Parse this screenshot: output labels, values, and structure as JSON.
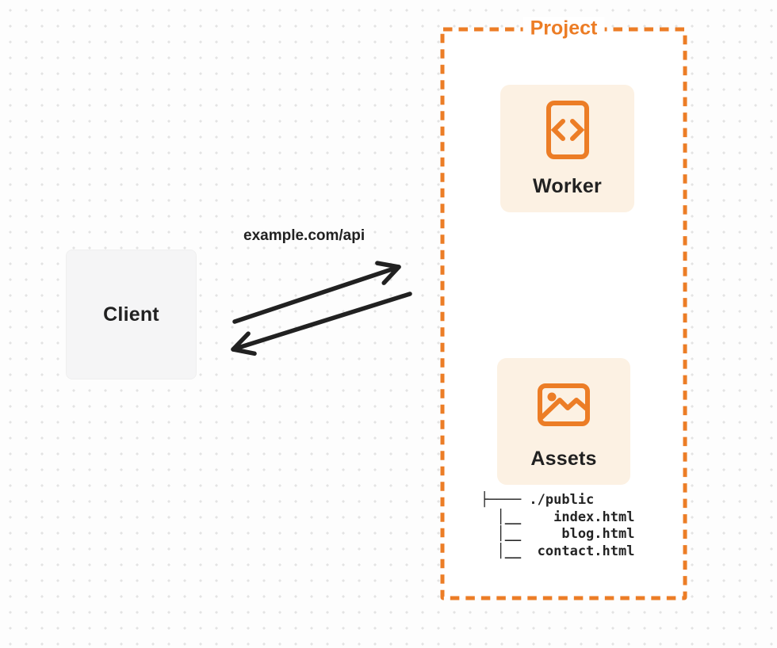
{
  "colors": {
    "accent": "#EC7D26",
    "card_bg": "#FCF1E3",
    "client_bg": "#F5F5F6",
    "ink": "#212121",
    "dot": "#E3E3E3",
    "page_bg": "#FDFDFD"
  },
  "diagram": {
    "client": {
      "label": "Client"
    },
    "connection": {
      "label": "example.com/api",
      "request_arrow": "client-to-project",
      "response_arrow": "project-to-client"
    },
    "project": {
      "label": "Project",
      "worker": {
        "label": "Worker",
        "icon": "code-brackets-icon"
      },
      "assets": {
        "label": "Assets",
        "icon": "image-icon"
      },
      "file_tree": [
        "├──── ./public",
        "  │__    index.html",
        "  │__     blog.html",
        "  │__  contact.html"
      ]
    }
  }
}
